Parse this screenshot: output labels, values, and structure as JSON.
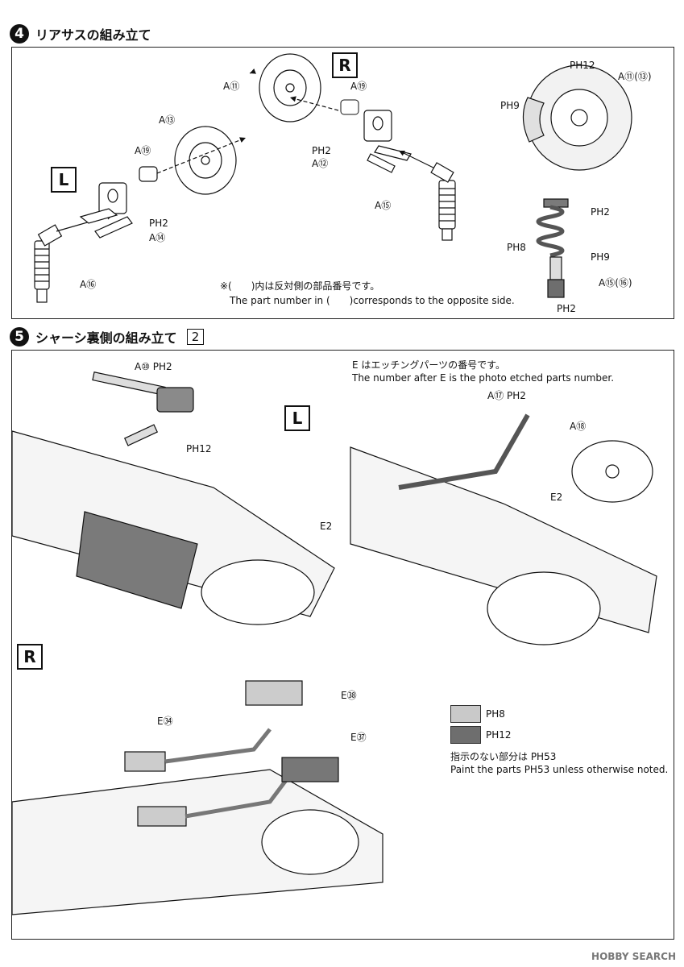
{
  "step4": {
    "number": "4",
    "title": "リアサスの組み立て",
    "side_R": "R",
    "side_L": "L",
    "labels": {
      "a11": "A⑪",
      "a19a": "A⑲",
      "a13": "A⑬",
      "a19b": "A⑲",
      "ph2a": "PH2",
      "a12": "A⑫",
      "a15": "A⑮",
      "ph2b": "PH2",
      "a14": "A⑭",
      "a16": "A⑯",
      "ph12": "PH12",
      "a11_13": "A⑪(⑬)",
      "ph9": "PH9",
      "ph2c": "PH2",
      "ph8": "PH8",
      "ph9b": "PH9",
      "a15_16": "A⑮(⑯)",
      "ph2d": "PH2"
    },
    "note_jp": "※(　　)内は反対側の部品番号です。",
    "note_en": "The part number in (　　)corresponds to the opposite side."
  },
  "step5": {
    "number": "5",
    "title": "シャーシ裏側の組み立て",
    "sub_number": "2",
    "side_L": "L",
    "side_R": "R",
    "etch_note_jp": "E はエッチングパーツの番号です。",
    "etch_note_en": "The number after E is the photo etched parts  number.",
    "labels": {
      "a10": "A⑩ PH2",
      "ph12": "PH12",
      "a17": "A⑰ PH2",
      "a18": "A⑱",
      "e2a": "E2",
      "e2b": "E2",
      "e38": "E㊳",
      "e34": "E㉞",
      "e37": "E㊲"
    },
    "legend": [
      {
        "label": "PH8",
        "color": "#c9c9c9"
      },
      {
        "label": "PH12",
        "color": "#6e6e6e"
      }
    ],
    "paint_note_jp": "指示のない部分は PH53",
    "paint_note_en": "Paint the parts PH53 unless otherwise noted."
  },
  "watermark": "HOBBY SEARCH"
}
